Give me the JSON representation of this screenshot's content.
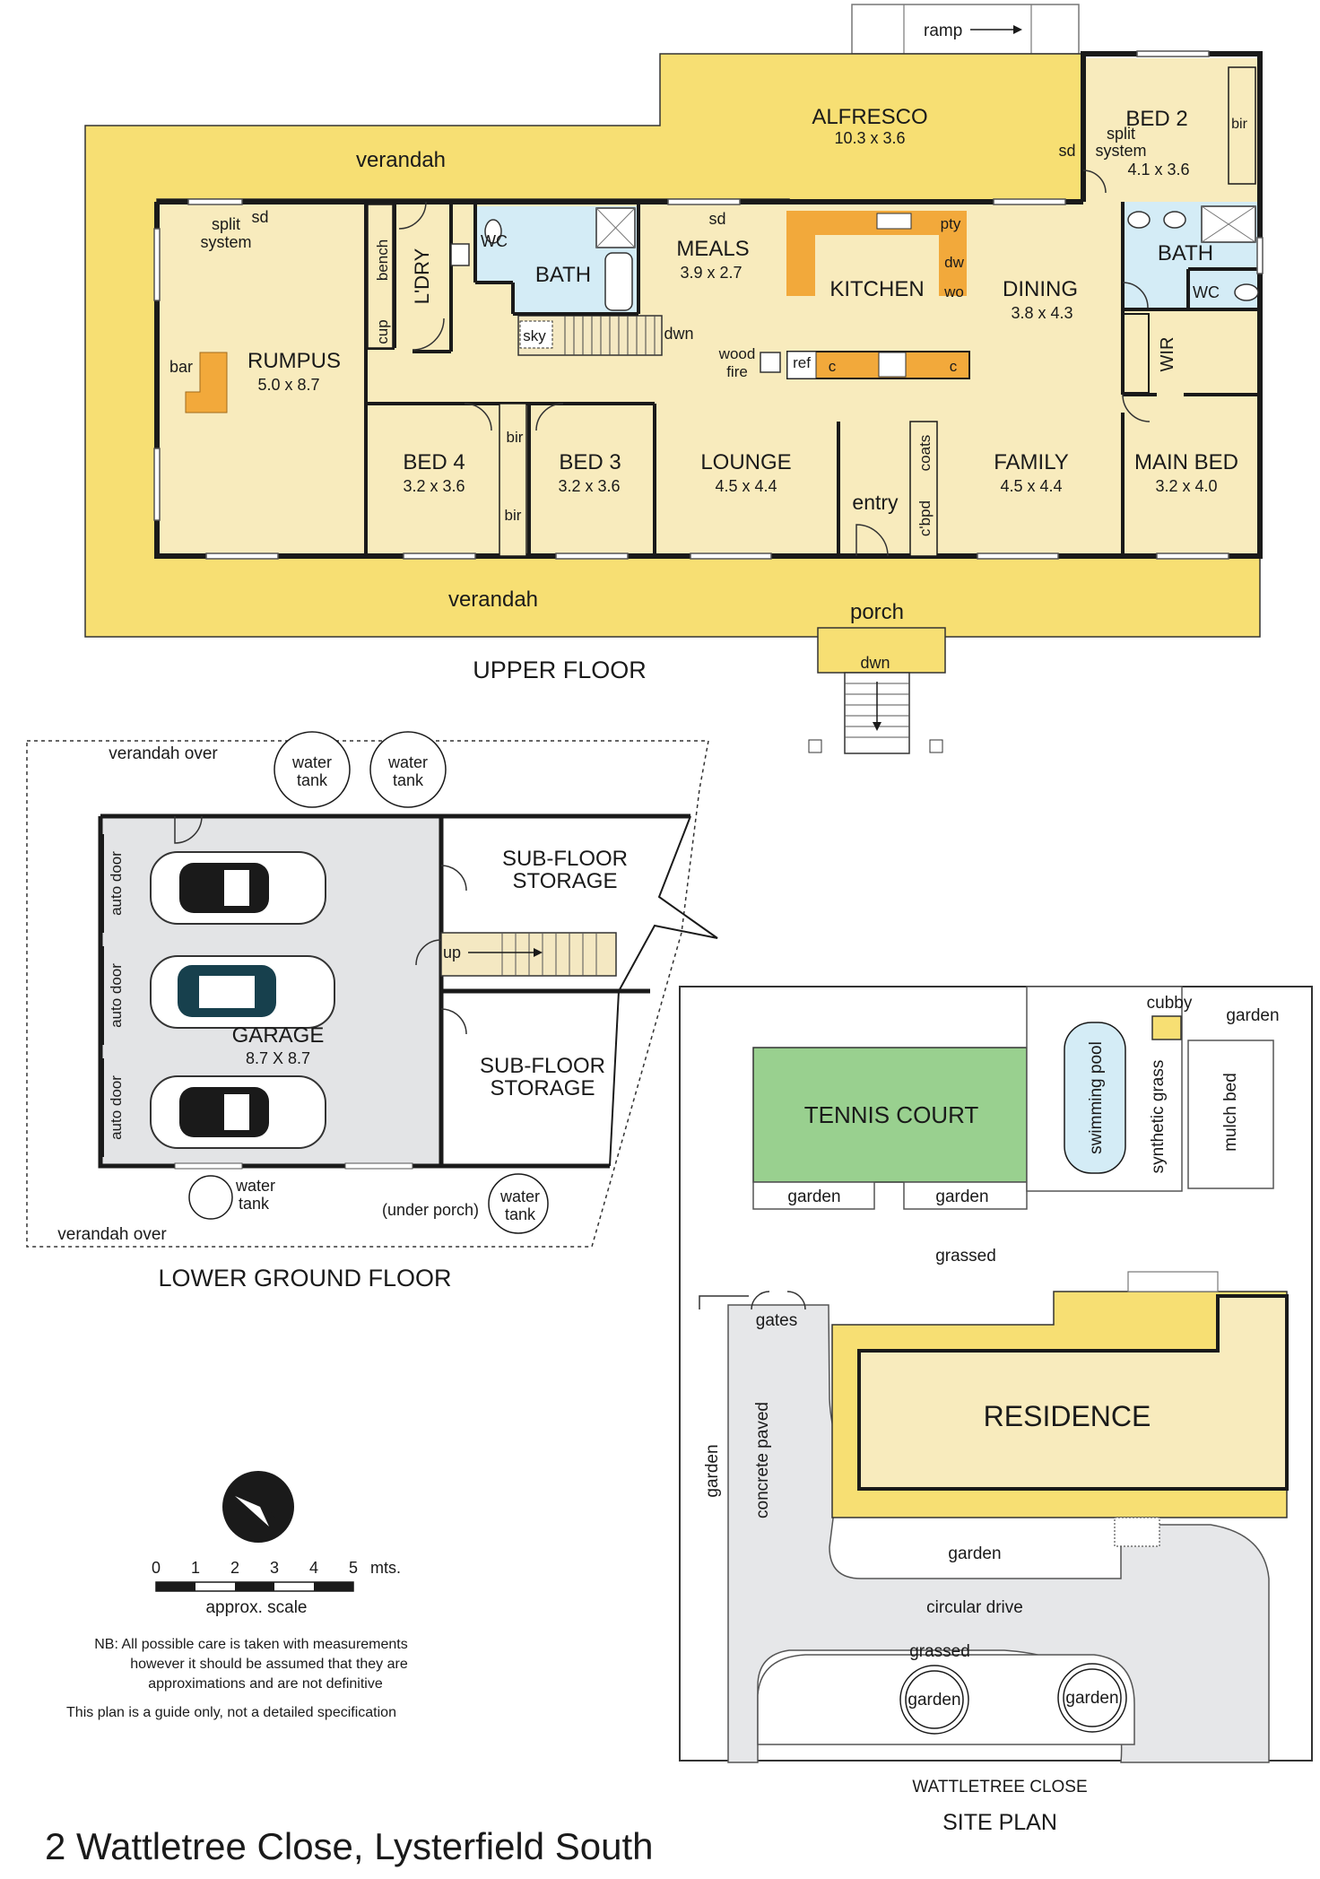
{
  "colors": {
    "verandah": "#f7df73",
    "interior": "#f8ebbd",
    "wet_area": "#d4ecf6",
    "kitchen_bench": "#f2a93b",
    "garage_floor": "#e3e4e6",
    "tennis_court": "#99d08f",
    "pool": "#d4ecf6",
    "drive": "#e6e7e9",
    "stairs": "#f4e8c2",
    "wall": "#1a1a1a"
  },
  "upper_floor": {
    "heading": "UPPER FLOOR",
    "ramp": "ramp",
    "rooms": {
      "alfresco": {
        "name": "ALFRESCO",
        "size": "10.3 x 3.6"
      },
      "bed2": {
        "name": "BED 2",
        "size": "4.1 x 3.6"
      },
      "rumpus": {
        "name": "RUMPUS",
        "size": "5.0 x 8.7"
      },
      "meals": {
        "name": "MEALS",
        "size": "3.9 x 2.7"
      },
      "kitchen": {
        "name": "KITCHEN"
      },
      "dining": {
        "name": "DINING",
        "size": "3.8 x 4.3"
      },
      "bath1": {
        "name": "BATH"
      },
      "bath2": {
        "name": "BATH"
      },
      "laundry": {
        "name": "L'DRY"
      },
      "bed4": {
        "name": "BED 4",
        "size": "3.2 x 3.6"
      },
      "bed3": {
        "name": "BED 3",
        "size": "3.2 x 3.6"
      },
      "lounge": {
        "name": "LOUNGE",
        "size": "4.5 x 4.4"
      },
      "family": {
        "name": "FAMILY",
        "size": "4.5 x 4.4"
      },
      "main_bed": {
        "name": "MAIN BED",
        "size": "3.2 x 4.0"
      }
    },
    "labels": {
      "verandah_top": "verandah",
      "verandah_bottom": "verandah",
      "porch": "porch",
      "entry": "entry",
      "dwn": "dwn",
      "dwn_porch": "dwn",
      "sd": "sd",
      "split": "split",
      "system": "system",
      "bench": "bench",
      "cup": "cup",
      "wc": "WC",
      "sky": "sky",
      "pty": "pty",
      "dw": "dw",
      "wo": "wo",
      "ref": "ref",
      "c": "c",
      "wood": "wood",
      "fire": "fire",
      "bar": "bar",
      "bir": "bir",
      "wir": "WIR",
      "coats": "coats",
      "cbpd": "c'bpd"
    }
  },
  "lower_floor": {
    "heading": "LOWER GROUND FLOOR",
    "garage": {
      "name": "GARAGE",
      "size": "8.7 X 8.7"
    },
    "storage_a": [
      "SUB-FLOOR",
      "STORAGE"
    ],
    "storage_b": [
      "SUB-FLOOR",
      "STORAGE"
    ],
    "verandah_over": "verandah over",
    "water": "water",
    "tank": "tank",
    "auto_door": "auto door",
    "under_porch": "(under porch)",
    "up": "up"
  },
  "site_plan": {
    "heading": "SITE PLAN",
    "street": "WATTLETREE CLOSE",
    "residence": "RESIDENCE",
    "tennis_court": "TENNIS COURT",
    "swimming_pool": "swimming pool",
    "synthetic_grass": "synthetic grass",
    "mulch_bed": "mulch bed",
    "cubby": "cubby",
    "garden": "garden",
    "grassed": "grassed",
    "gates": "gates",
    "concrete_paved": "concrete paved",
    "circular_drive": "circular drive"
  },
  "legend": {
    "compass": "N",
    "scale_ticks": [
      "0",
      "1",
      "2",
      "3",
      "4",
      "5"
    ],
    "scale_unit": "mts.",
    "scale_caption": "approx. scale",
    "note_lines": [
      "NB:  All possible care is taken with measurements",
      "however it should be assumed that they are",
      "approximations and are not definitive"
    ],
    "disclaimer": "This plan is a guide only, not a detailed specification"
  },
  "address": "2 Wattletree Close, Lysterfield South"
}
